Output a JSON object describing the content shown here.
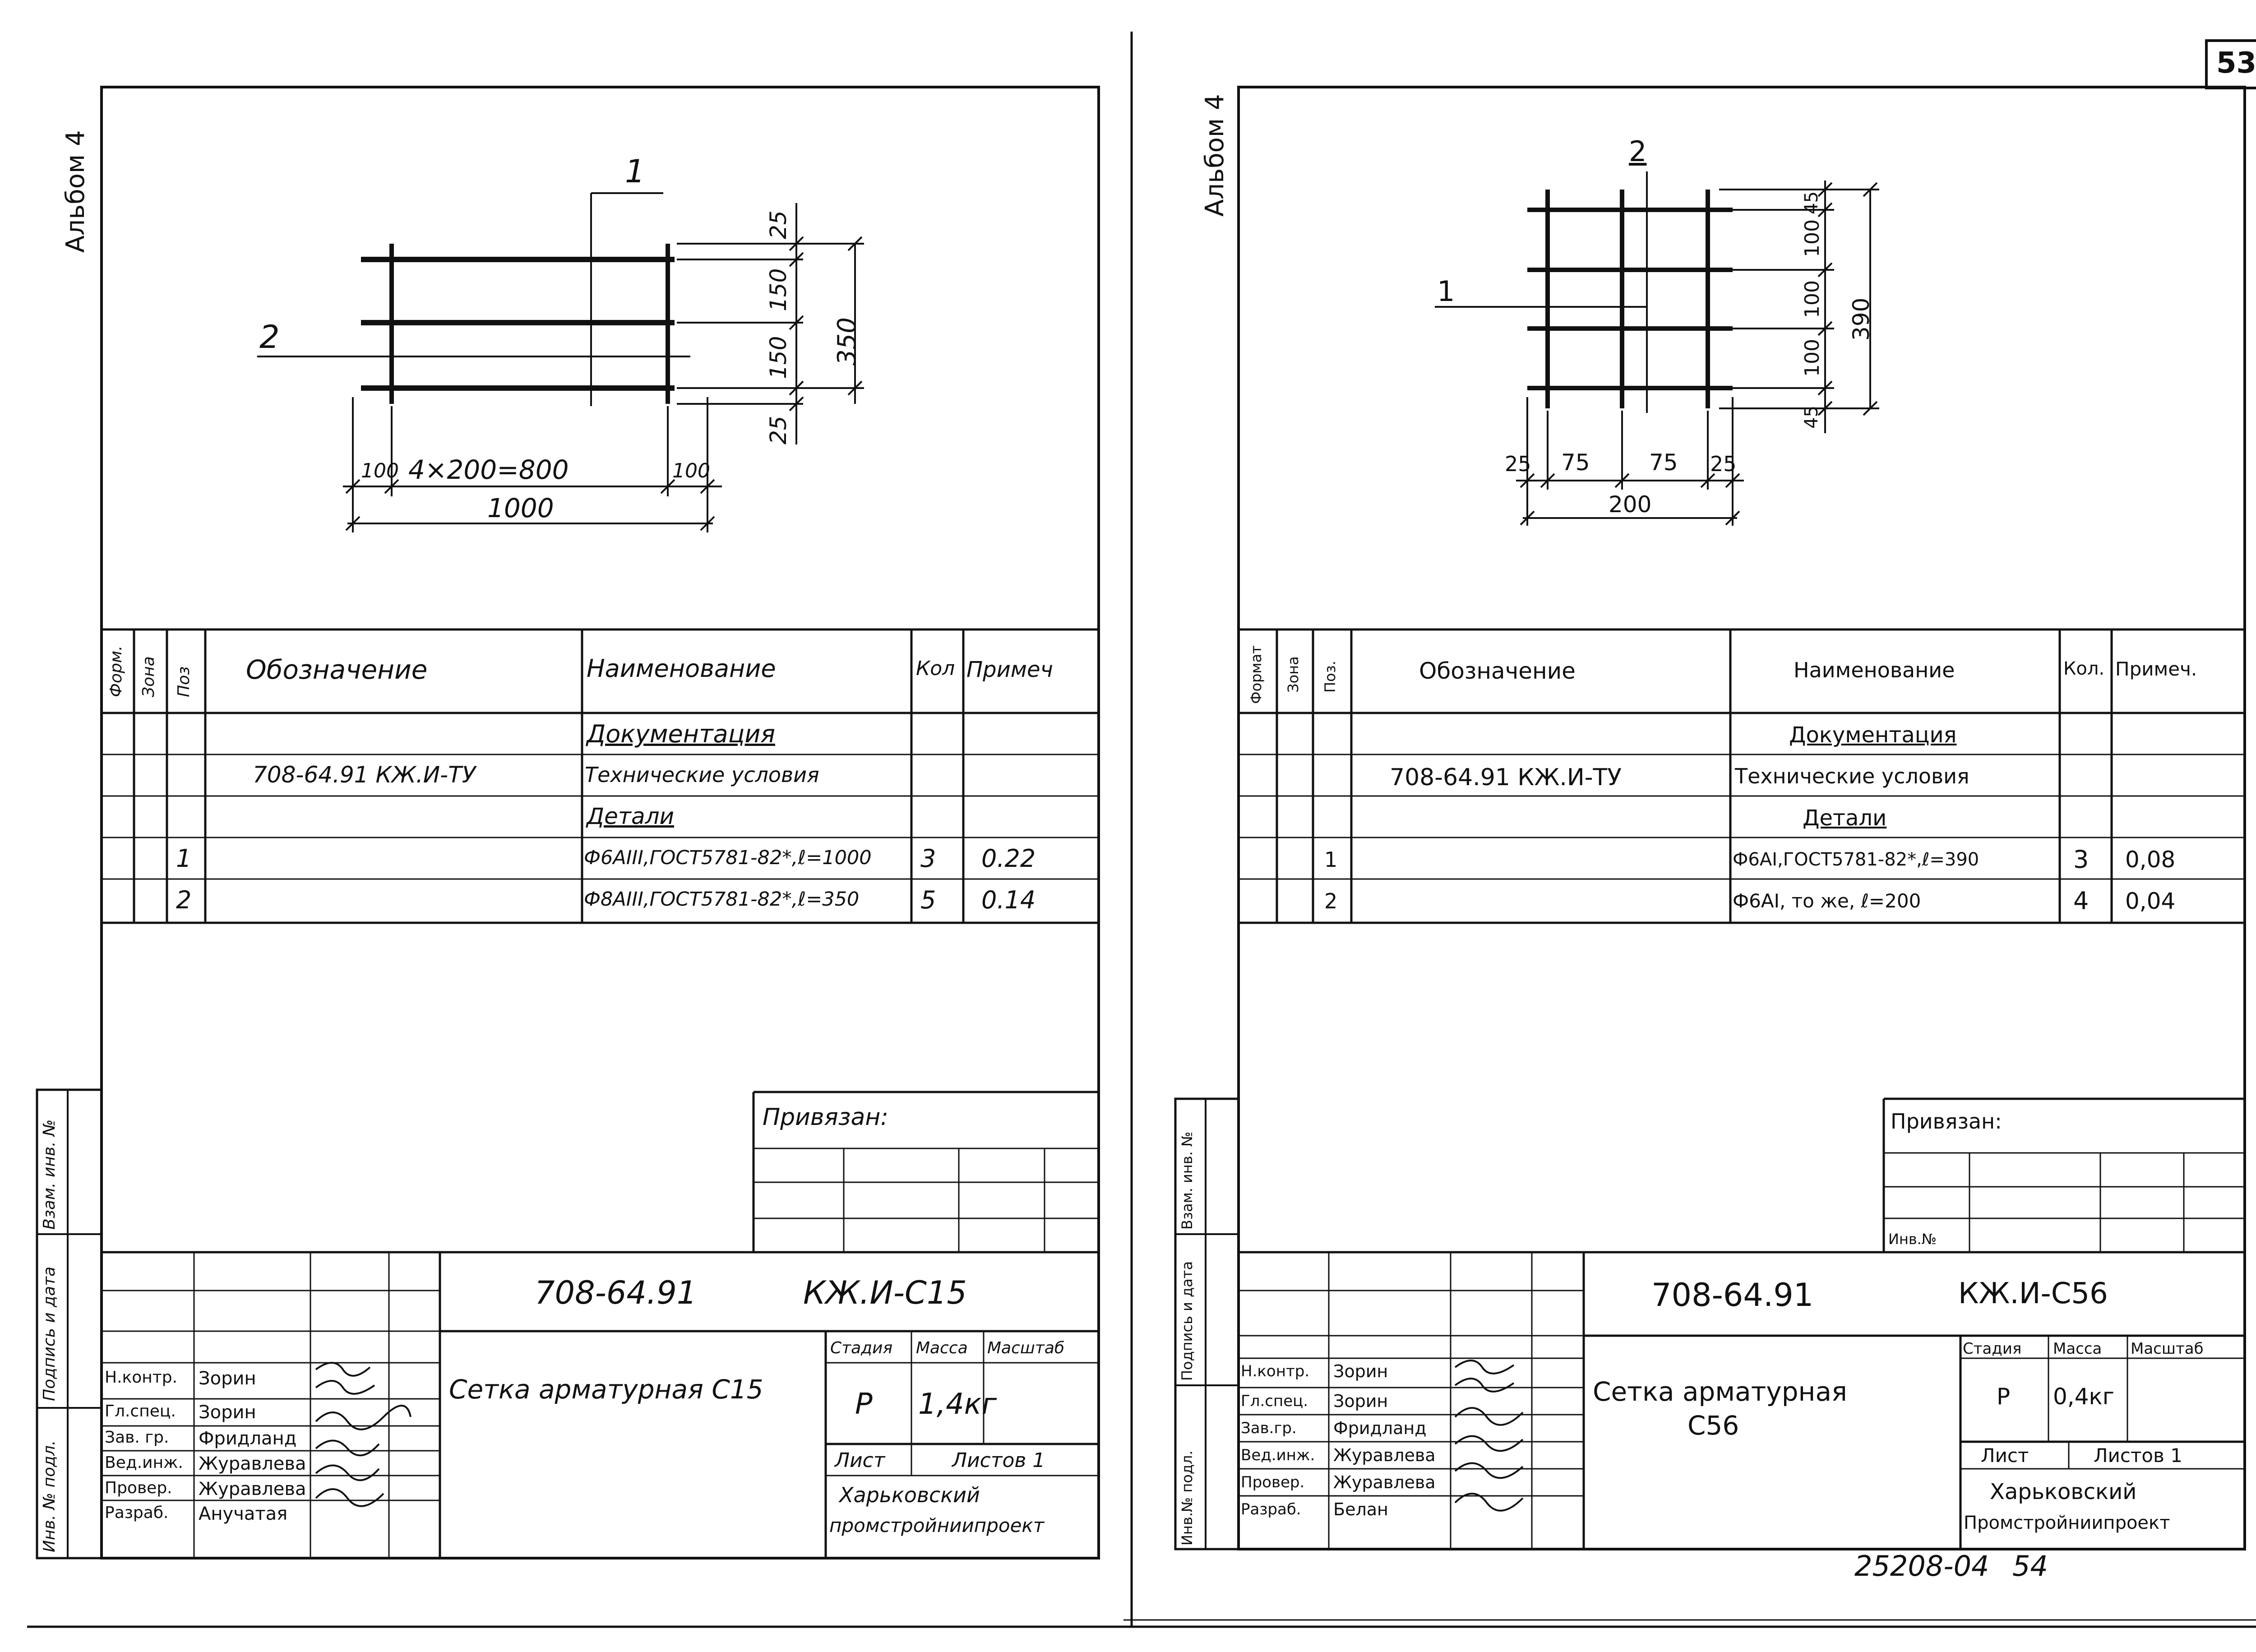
{
  "page": {
    "number": "53",
    "footer_code": "25208-04",
    "footer_page": "54"
  },
  "left": {
    "album": "Альбом 4",
    "drawing": {
      "callout_1": "1",
      "callout_2": "2",
      "dim_top_25": "25",
      "dim_150_a": "150",
      "dim_150_b": "150",
      "dim_bottom_25": "25",
      "dim_total_h": "350",
      "dim_100_l": "100",
      "dim_span": "4×200=800",
      "dim_100_r": "100",
      "dim_total_w": "1000"
    },
    "spec": {
      "headers": {
        "format": "Форм.",
        "zone": "Зона",
        "pos": "Поз",
        "designation": "Обозначение",
        "name": "Наименование",
        "qty": "Кол",
        "note": "Примеч"
      },
      "rows": [
        {
          "pos": "",
          "designation": "",
          "name": "Документация",
          "qty": "",
          "note": ""
        },
        {
          "pos": "",
          "designation": "708-64.91 КЖ.И-ТУ",
          "name": "Технические условия",
          "qty": "",
          "note": ""
        },
        {
          "pos": "",
          "designation": "",
          "name": "Детали",
          "qty": "",
          "note": ""
        },
        {
          "pos": "1",
          "designation": "",
          "name": "Ф6АIII,ГОСТ5781-82*,ℓ=1000",
          "qty": "3",
          "note": "0.22"
        },
        {
          "pos": "2",
          "designation": "",
          "name": "Ф8АIII,ГОСТ5781-82*,ℓ=350",
          "qty": "5",
          "note": "0.14"
        }
      ]
    },
    "privyazan": "Привязан:",
    "side_stamp": [
      "Инв. № подл.",
      "Подпись и дата",
      "Взам. инв. №"
    ],
    "title_block": {
      "code": "708-64.91",
      "mark": "КЖ.И-С15",
      "title": "Сетка арматурная С15",
      "stage_h": "Стадия",
      "mass_h": "Масса",
      "scale_h": "Масштаб",
      "stage": "Р",
      "mass": "1,4кг",
      "sheet_h": "Лист",
      "sheets_h": "Листов 1",
      "org_1": "Харьковский",
      "org_2": "промстройниипроект",
      "people": [
        {
          "role": "Н.контр.",
          "name": "Зорин"
        },
        {
          "role": "Гл.спец.",
          "name": "Зорин"
        },
        {
          "role": "Зав. гр.",
          "name": "Фридланд"
        },
        {
          "role": "Вед.инж.",
          "name": "Журавлева"
        },
        {
          "role": "Провер.",
          "name": "Журавлева"
        },
        {
          "role": "Разраб.",
          "name": "Анучатая"
        }
      ]
    }
  },
  "right": {
    "album": "Альбом 4",
    "drawing": {
      "callout_1": "1",
      "callout_2": "2",
      "dim_top_45": "45",
      "dim_100_a": "100",
      "dim_100_b": "100",
      "dim_100_c": "100",
      "dim_bottom_45": "45",
      "dim_total_h": "390",
      "dim_25_l": "25",
      "dim_75_a": "75",
      "dim_75_b": "75",
      "dim_25_r": "25",
      "dim_total_w": "200"
    },
    "spec": {
      "headers": {
        "format": "Формат",
        "zone": "Зона",
        "pos": "Поз.",
        "designation": "Обозначение",
        "name": "Наименование",
        "qty": "Кол.",
        "note": "Примеч."
      },
      "rows": [
        {
          "pos": "",
          "designation": "",
          "name": "Документация",
          "qty": "",
          "note": ""
        },
        {
          "pos": "",
          "designation": "708-64.91 КЖ.И-ТУ",
          "name": "Технические условия",
          "qty": "",
          "note": ""
        },
        {
          "pos": "",
          "designation": "",
          "name": "Детали",
          "qty": "",
          "note": ""
        },
        {
          "pos": "1",
          "designation": "",
          "name": "Ф6АI,ГОСТ5781-82*,ℓ=390",
          "qty": "3",
          "note": "0,08"
        },
        {
          "pos": "2",
          "designation": "",
          "name": "Ф6АI, то же, ℓ=200",
          "qty": "4",
          "note": "0,04"
        }
      ]
    },
    "privyazan": "Привязан:",
    "inv_no": "Инв.№",
    "side_stamp": [
      "Инв.№ подл.",
      "Подпись и дата",
      "Взам. инв. №"
    ],
    "title_block": {
      "code": "708-64.91",
      "mark": "КЖ.И-С56",
      "title_1": "Сетка арматурная",
      "title_2": "С56",
      "stage_h": "Стадия",
      "mass_h": "Масса",
      "scale_h": "Масштаб",
      "stage": "Р",
      "mass": "0,4кг",
      "sheet_h": "Лист",
      "sheets_h": "Листов 1",
      "org_1": "Харьковский",
      "org_2": "Промстройниипроект",
      "people": [
        {
          "role": "Н.контр.",
          "name": "Зорин"
        },
        {
          "role": "Гл.спец.",
          "name": "Зорин"
        },
        {
          "role": "Зав.гр.",
          "name": "Фридланд"
        },
        {
          "role": "Вед.инж.",
          "name": "Журавлева"
        },
        {
          "role": "Провер.",
          "name": "Журавлева"
        },
        {
          "role": "Разраб.",
          "name": "Белан"
        }
      ]
    }
  }
}
